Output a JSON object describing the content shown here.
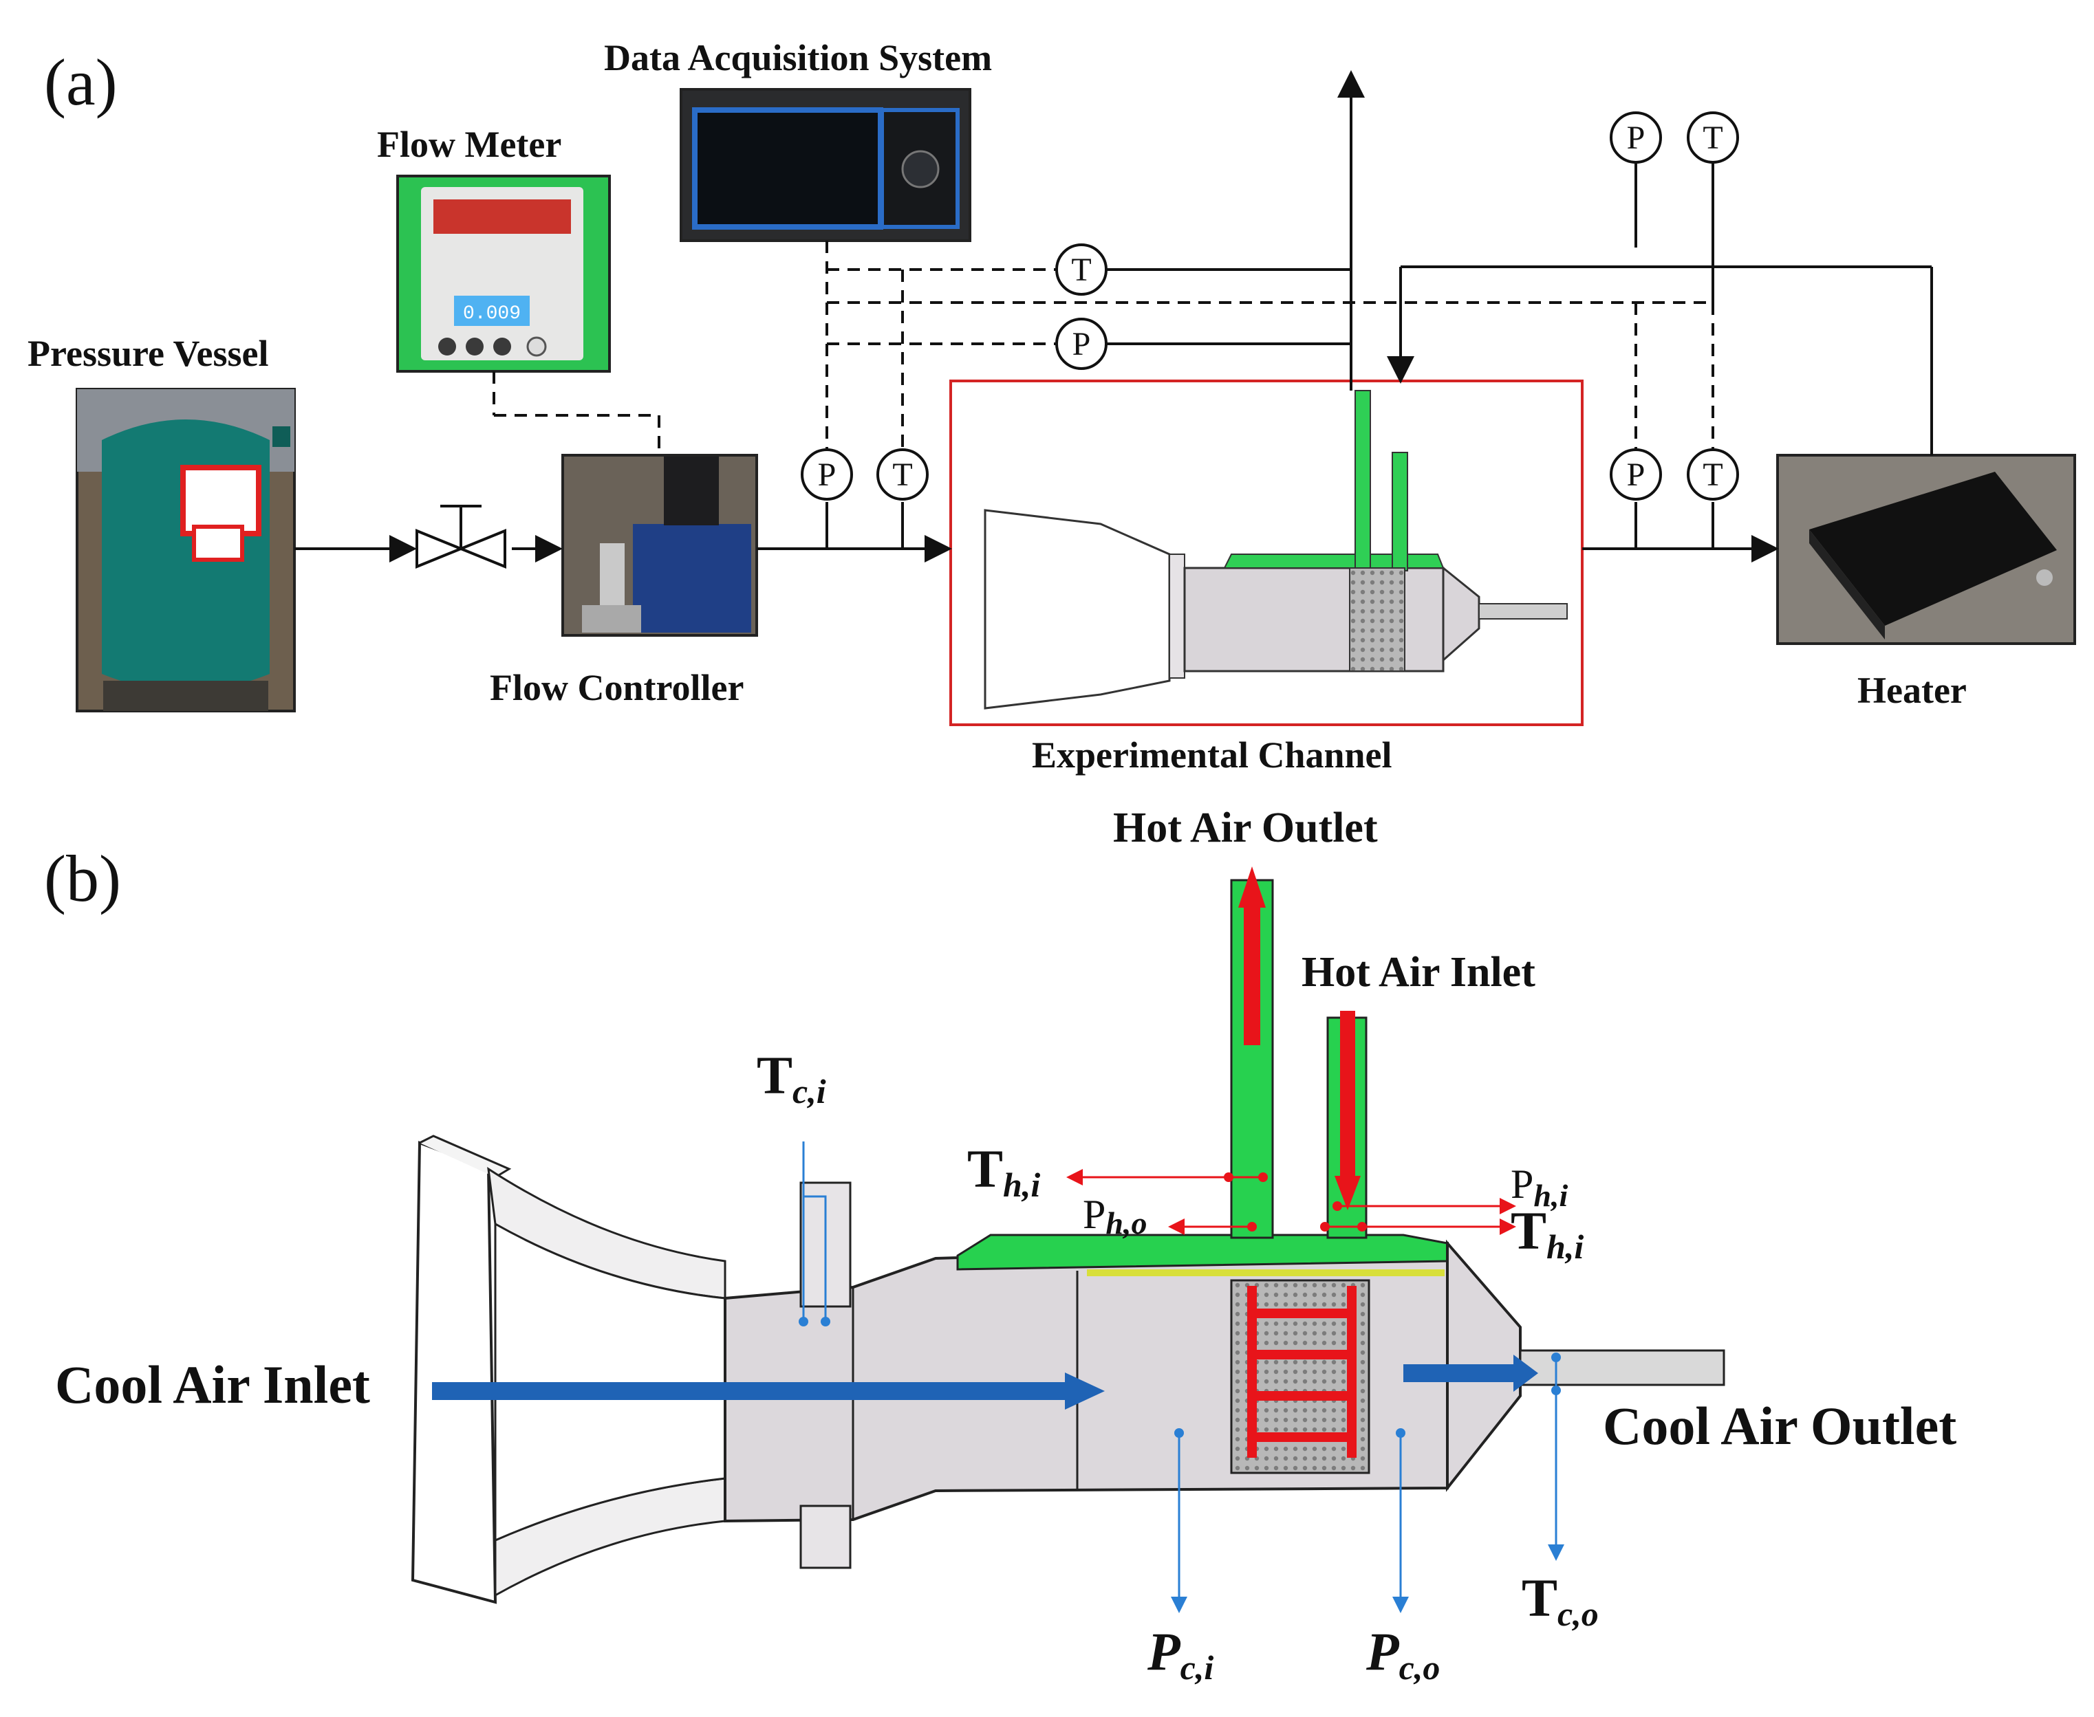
{
  "panel_a": {
    "label": "(a)",
    "components": {
      "pressure_vessel": "Pressure Vessel",
      "flow_meter": "Flow Meter",
      "data_acquisition": "Data Acquisition System",
      "flow_controller": "Flow Controller",
      "experimental_channel": "Experimental Channel",
      "heater": "Heater"
    },
    "flow_meter_display": "0.009",
    "gauges": {
      "pressure": "P",
      "temperature": "T"
    }
  },
  "panel_b": {
    "label": "(b)",
    "labels": {
      "hot_air_outlet": "Hot Air Outlet",
      "hot_air_inlet": "Hot Air Inlet",
      "cool_air_inlet": "Cool Air Inlet",
      "cool_air_outlet": "Cool Air Outlet"
    },
    "sensors": {
      "t_ci": {
        "main": "T",
        "sub": "c,i"
      },
      "t_hi_left": {
        "main": "T",
        "sub": "h,i"
      },
      "p_ho": {
        "main": "P",
        "sub": "h,o"
      },
      "p_hi": {
        "main": "P",
        "sub": "h,i"
      },
      "t_hi_right": {
        "main": "T",
        "sub": "h,i"
      },
      "p_ci": {
        "main": "P",
        "sub": "c,i"
      },
      "p_co": {
        "main": "P",
        "sub": "c,o"
      },
      "t_co": {
        "main": "T",
        "sub": "c,o"
      }
    }
  },
  "colors": {
    "hot_flow": "#e8141a",
    "cold_flow": "#1f63b5",
    "sensor_line": "#2a7fd4",
    "channel_green": "#27d14f",
    "vessel_teal": "#137a72",
    "highlight_box": "#d42424"
  }
}
